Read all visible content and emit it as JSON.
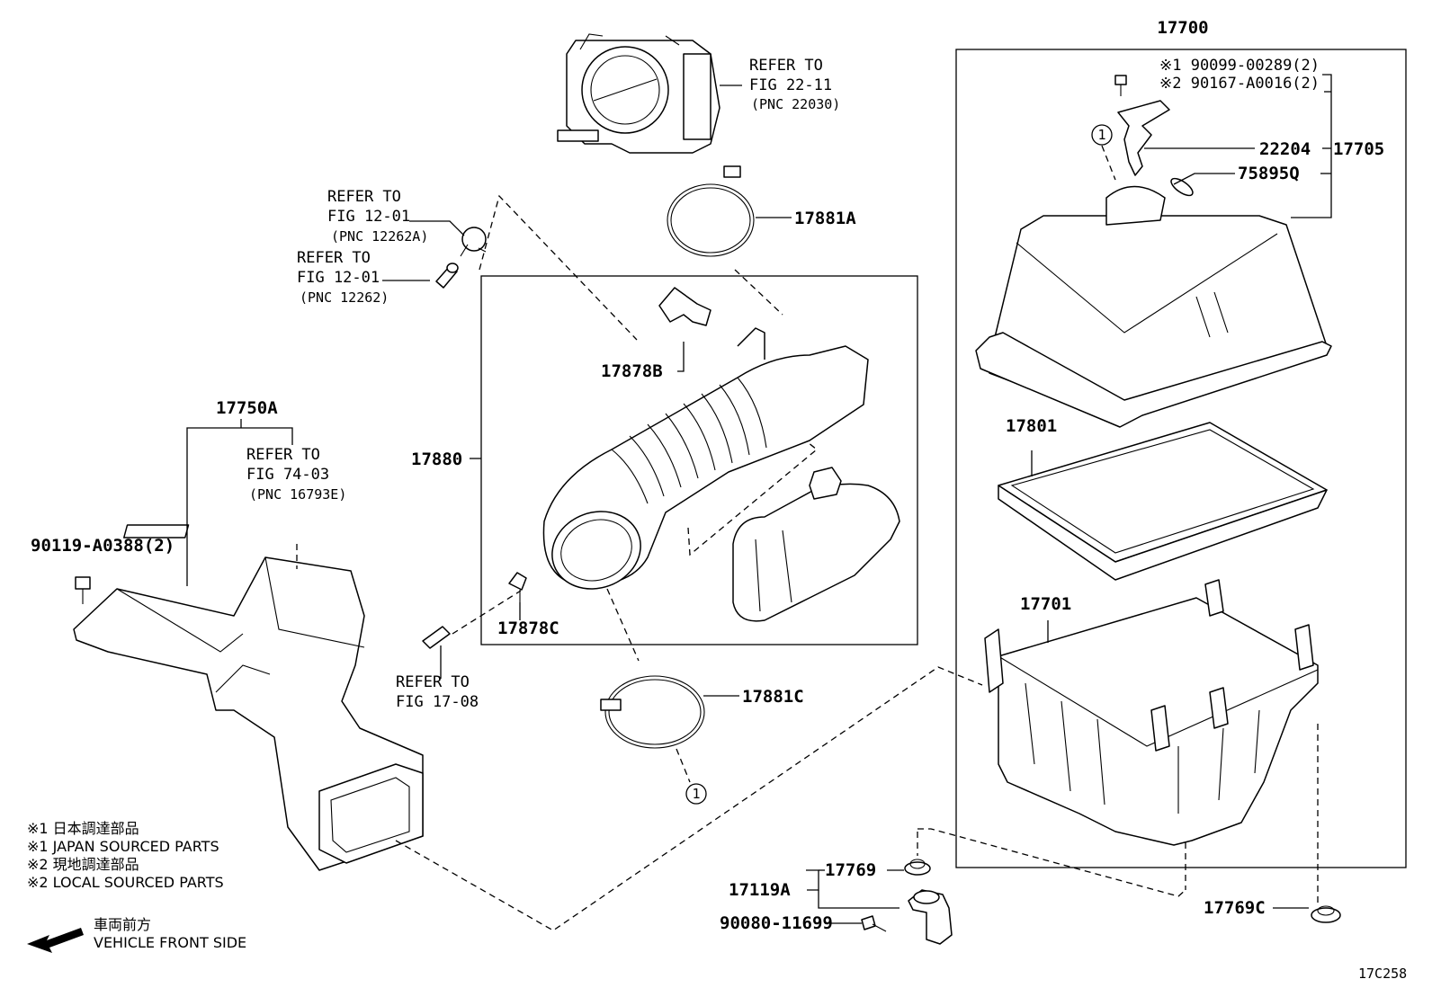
{
  "labels": {
    "p17700": "17700",
    "p90099": "※1 90099-00289(2)",
    "p90167": "※2 90167-A0016(2)",
    "p22204": "22204",
    "p17705": "17705",
    "p75895": "75895Q",
    "p17801": "17801",
    "p17701": "17701",
    "p17769": "17769",
    "p17119": "17119A",
    "p90080": "90080-11699",
    "p17769c": "17769C",
    "p17881a": "17881A",
    "p17881c": "17881C",
    "p17880": "17880",
    "p17878b": "17878B",
    "p17878c": "17878C",
    "p17750": "17750A",
    "p90119": "90119-A0388(2)",
    "circle1": "1",
    "code": "17C258"
  },
  "refs": {
    "throttle": [
      "REFER TO",
      "FIG 22-11",
      "(PNC 22030)"
    ],
    "fig1201a": [
      "REFER TO",
      "FIG 12-01",
      "(PNC 12262A)"
    ],
    "fig1201b": [
      "REFER TO",
      "FIG 12-01",
      "(PNC 12262)"
    ],
    "fig7403": [
      "REFER TO",
      "FIG 74-03",
      "(PNC 16793E)"
    ],
    "fig1708": [
      "REFER TO",
      "FIG 17-08"
    ]
  },
  "legend": [
    "※1  日本調達部品",
    "※1  JAPAN SOURCED PARTS",
    "※2  現地調達部品",
    "※2  LOCAL SOURCED PARTS"
  ],
  "front": [
    "車両前方",
    "VEHICLE FRONT SIDE"
  ]
}
